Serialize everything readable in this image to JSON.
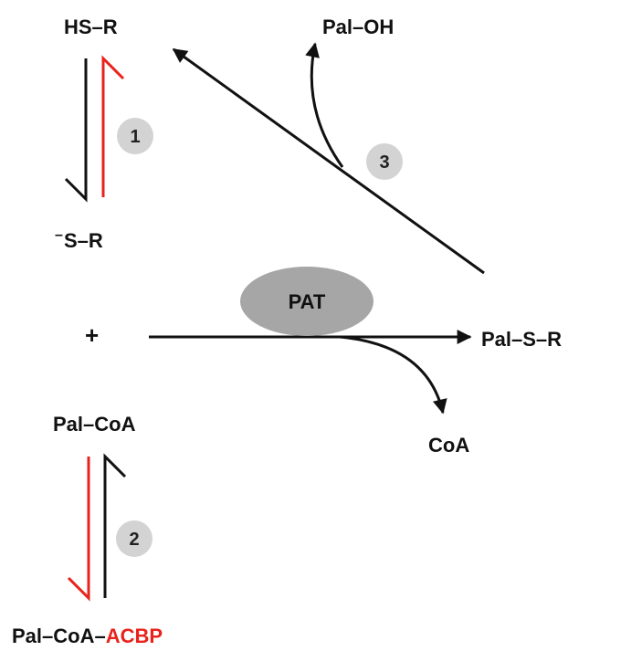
{
  "labels": {
    "hs_r": "HS–R",
    "s_r": "S–R",
    "s_r_charge": "–",
    "pal_oh": "Pal–OH",
    "plus": "+",
    "pal_s_r": "Pal–S–R",
    "pal_coa": "Pal–CoA",
    "coa": "CoA",
    "pal_coa_acbp_prefix": "Pal–CoA–",
    "pal_coa_acbp_suffix": "ACBP",
    "pat": "PAT"
  },
  "steps": [
    "1",
    "2",
    "3"
  ],
  "colors": {
    "line": "#111111",
    "highlight": "#e8231c",
    "badge": "#d3d3d3",
    "enzyme": "#a6a6a6"
  }
}
